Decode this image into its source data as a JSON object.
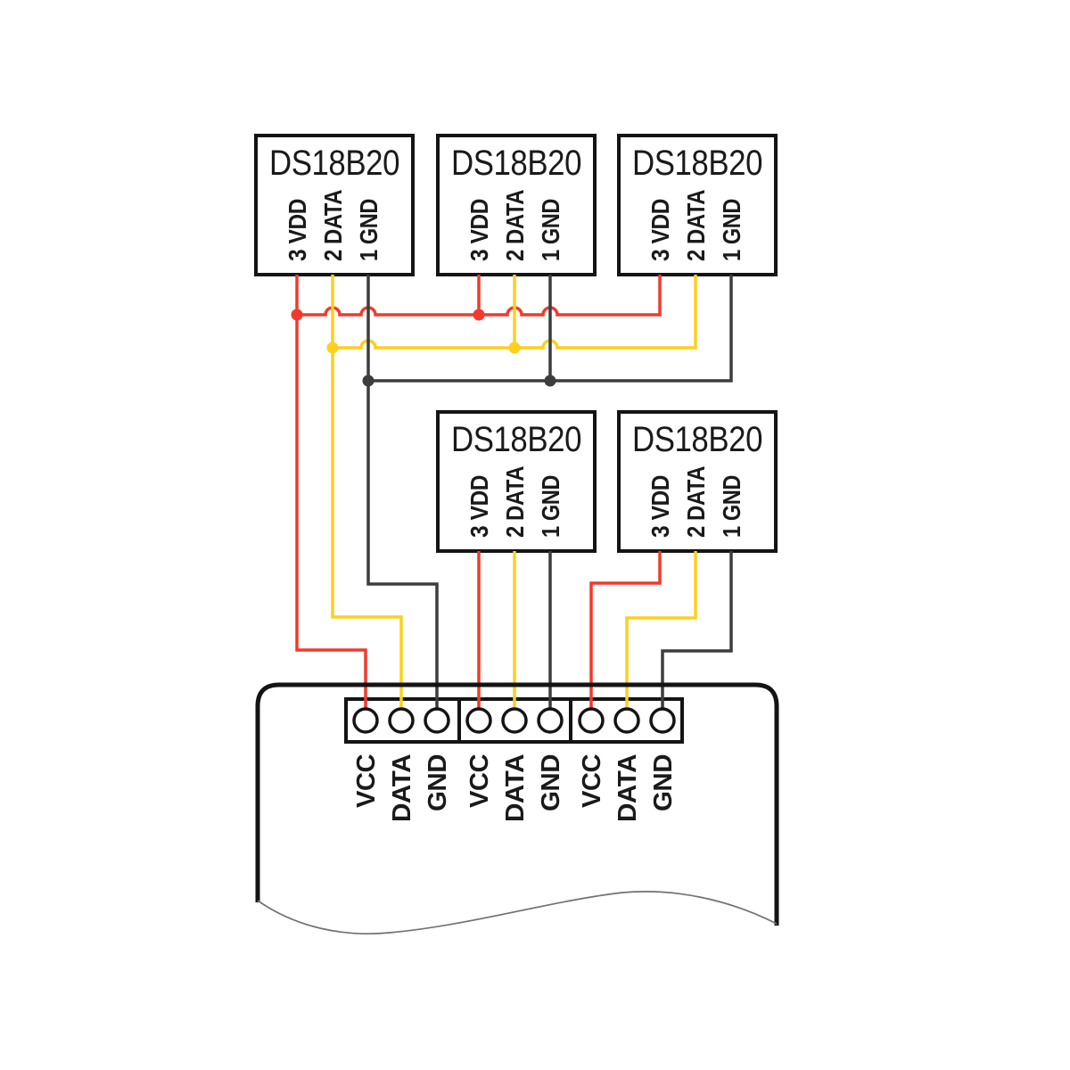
{
  "colors": {
    "vdd": "#f13a2c",
    "data": "#fcd01e",
    "gnd": "#3d3d3d",
    "outline": "#141414"
  },
  "sensors": [
    {
      "title": "DS18B20",
      "pins": [
        "3 VDD",
        "2 DATA",
        "1 GND"
      ]
    },
    {
      "title": "DS18B20",
      "pins": [
        "3 VDD",
        "2 DATA",
        "1 GND"
      ]
    },
    {
      "title": "DS18B20",
      "pins": [
        "3 VDD",
        "2 DATA",
        "1 GND"
      ]
    },
    {
      "title": "DS18B20",
      "pins": [
        "3 VDD",
        "2 DATA",
        "1 GND"
      ]
    },
    {
      "title": "DS18B20",
      "pins": [
        "3 VDD",
        "2 DATA",
        "1 GND"
      ]
    }
  ],
  "controller": {
    "groups": [
      {
        "terminals": [
          "VCC",
          "DATA",
          "GND"
        ]
      },
      {
        "terminals": [
          "VCC",
          "DATA",
          "GND"
        ]
      },
      {
        "terminals": [
          "VCC",
          "DATA",
          "GND"
        ]
      }
    ]
  }
}
